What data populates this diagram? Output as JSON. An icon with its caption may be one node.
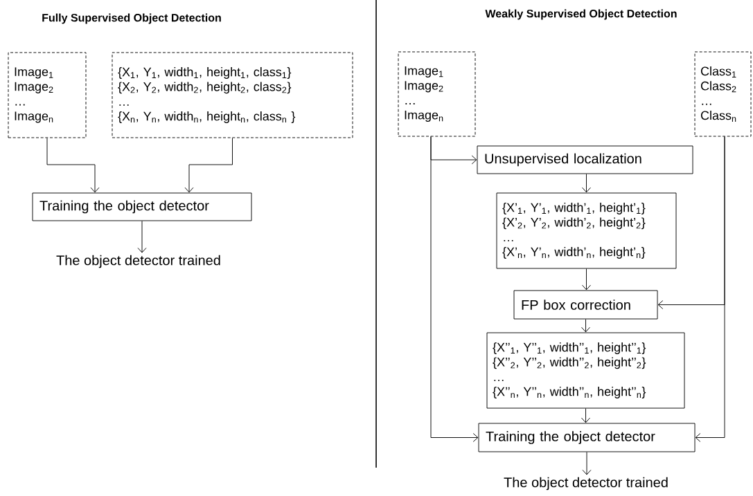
{
  "diagram": {
    "nodes": [
      {
        "text": [
          "Image$_{1}$",
          "Image$_{2}$",
          "…",
          "Image$_{n}$"
        ]
      },
      {
        "text": [
          "{X$_{1}$, Y$_{1}$, width$_{1}$, height$_{1}$, class$_{1}$}",
          "{X$_{2}$, Y$_{2}$, width$_{2}$, height$_{2}$, class$_{2}$}",
          "…",
          "{X$_{n}$, Y$_{n}$, width$_{n}$, height$_{n}$, class$_{n}$ }"
        ]
      },
      {
        "text": [
          "Training the object detector"
        ]
      },
      {
        "text": [
          "The object detector trained"
        ]
      },
      {
        "text": [
          "Image$_{1}$",
          "Image$_{2}$",
          "…",
          "Image$_{n}$"
        ]
      },
      {
        "text": [
          "Class$_{1}$",
          "Class$_{2}$",
          "…",
          "Class$_{n}$"
        ]
      },
      {
        "text": [
          "Unsupervised localization"
        ]
      },
      {
        "text": [
          "{X’$_{1}$, Y’$_{1}$, width’$_{1}$, height’$_{1}$}",
          "{X’$_{2}$, Y’$_{2}$, width’$_{2}$, height’$_{2}$}",
          "…",
          "{X’$_{n}$, Y’$_{n}$, width’$_{n}$, height’$_{n}$}"
        ]
      },
      {
        "text": [
          "FP box correction"
        ]
      },
      {
        "text": [
          "{X’’$_{1}$, Y’’$_{1}$, width’’$_{1}$, height’’$_{1}$}",
          "{X’’$_{2}$, Y’’$_{2}$, width’’$_{2}$, height’’$_{2}$}",
          "…",
          "{X’’$_{n}$, Y’’$_{n}$, width’’$_{n}$, height’’$_{n}$}"
        ]
      },
      {
        "text": [
          "Training the object detector"
        ]
      },
      {
        "text": [
          "The object detector trained"
        ]
      }
    ],
    "edges": [
      {
        "from": 0,
        "to": 2,
        "arrow": "to"
      },
      {
        "from": 1,
        "to": 2,
        "arrow": "to"
      },
      {
        "from": 2,
        "to": 3,
        "arrow": "to"
      },
      {
        "from": 4,
        "to": 6,
        "arrow": "to"
      },
      {
        "from": 4,
        "to": 10,
        "arrow": "to"
      },
      {
        "from": 5,
        "to": 8,
        "arrow": "to"
      },
      {
        "from": 5,
        "to": 10,
        "arrow": "to"
      },
      {
        "from": 6,
        "to": 7,
        "arrow": "to"
      },
      {
        "from": 7,
        "to": 8,
        "arrow": "to"
      },
      {
        "from": 8,
        "to": 9,
        "arrow": "to"
      },
      {
        "from": 9,
        "to": 10,
        "arrow": "to"
      },
      {
        "from": 10,
        "to": 11,
        "arrow": "to"
      }
    ],
    "labels": [
      "Fully Supervised Object Detection",
      "Weakly Supervised Object Detection"
    ]
  }
}
